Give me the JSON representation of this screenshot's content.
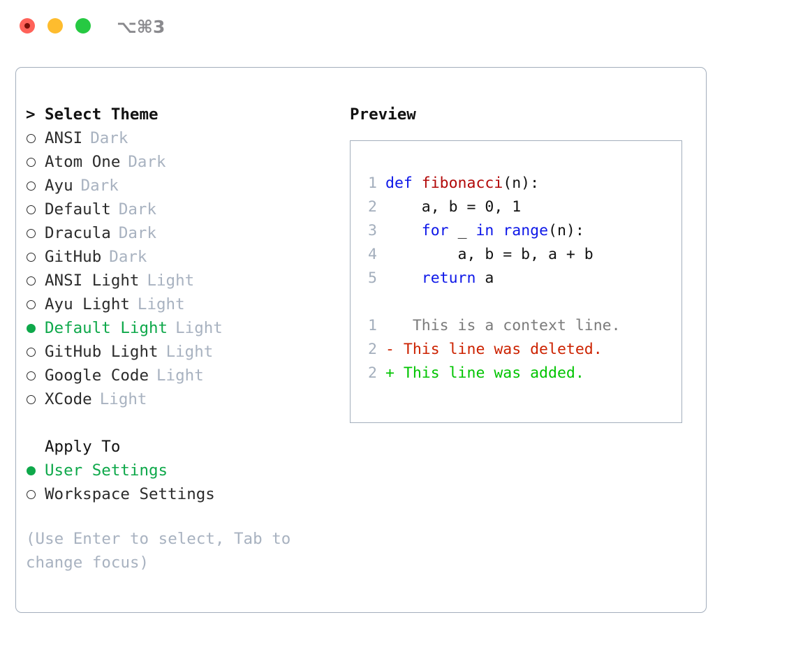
{
  "window": {
    "shortcut": "⌥⌘3",
    "traffic_lights": [
      "close",
      "minimize",
      "maximize"
    ],
    "colors": {
      "close": "#FF6259",
      "minimize": "#FEBC2E",
      "maximize": "#26C942",
      "panel_border": "#A3AEBC",
      "accent_green": "#0EA84A",
      "muted": "#A8B2C0",
      "keyword_blue": "#0D17E8",
      "function_red": "#B20808",
      "diff_delete": "#CC2200",
      "diff_add": "#00C400"
    }
  },
  "theme_panel": {
    "header_prefix": ">",
    "header": "Select Theme",
    "options": [
      {
        "marker": "○",
        "label": "ANSI",
        "tag": "Dark",
        "selected": false
      },
      {
        "marker": "○",
        "label": "Atom One",
        "tag": "Dark",
        "selected": false
      },
      {
        "marker": "○",
        "label": "Ayu",
        "tag": "Dark",
        "selected": false
      },
      {
        "marker": "○",
        "label": "Default",
        "tag": "Dark",
        "selected": false
      },
      {
        "marker": "○",
        "label": "Dracula",
        "tag": "Dark",
        "selected": false
      },
      {
        "marker": "○",
        "label": "GitHub",
        "tag": "Dark",
        "selected": false
      },
      {
        "marker": "○",
        "label": "ANSI Light",
        "tag": "Light",
        "selected": false
      },
      {
        "marker": "○",
        "label": "Ayu Light",
        "tag": "Light",
        "selected": false
      },
      {
        "marker": "●",
        "label": "Default Light",
        "tag": "Light",
        "selected": true
      },
      {
        "marker": "○",
        "label": "GitHub Light",
        "tag": "Light",
        "selected": false
      },
      {
        "marker": "○",
        "label": "Google Code",
        "tag": "Light",
        "selected": false
      },
      {
        "marker": "○",
        "label": "XCode",
        "tag": "Light",
        "selected": false
      }
    ]
  },
  "apply_to": {
    "header": "Apply To",
    "options": [
      {
        "marker": "●",
        "label": "User Settings",
        "selected": true
      },
      {
        "marker": "○",
        "label": "Workspace Settings",
        "selected": false
      }
    ]
  },
  "hint": "(Use Enter to select, Tab to change focus)",
  "preview": {
    "title": "Preview",
    "code_lines": [
      {
        "no": "1",
        "tokens": [
          {
            "t": "def ",
            "c": "kw"
          },
          {
            "t": "fibonacci",
            "c": "fn"
          },
          {
            "t": "(n):",
            "c": "plain"
          }
        ]
      },
      {
        "no": "2",
        "tokens": [
          {
            "t": "    a, b = 0, 1",
            "c": "plain"
          }
        ]
      },
      {
        "no": "3",
        "tokens": [
          {
            "t": "    ",
            "c": "plain"
          },
          {
            "t": "for",
            "c": "kw"
          },
          {
            "t": " _ ",
            "c": "plain"
          },
          {
            "t": "in",
            "c": "kw"
          },
          {
            "t": " ",
            "c": "plain"
          },
          {
            "t": "range",
            "c": "kw"
          },
          {
            "t": "(n):",
            "c": "plain"
          }
        ]
      },
      {
        "no": "4",
        "tokens": [
          {
            "t": "        a, b = b, a + b",
            "c": "plain"
          }
        ]
      },
      {
        "no": "5",
        "tokens": [
          {
            "t": "    ",
            "c": "plain"
          },
          {
            "t": "return",
            "c": "kw"
          },
          {
            "t": " a",
            "c": "plain"
          }
        ]
      }
    ],
    "diff_lines": [
      {
        "no": "1",
        "sign": " ",
        "text": "  This is a context line.",
        "kind": "ctx"
      },
      {
        "no": "2",
        "sign": "-",
        "text": " This line was deleted.",
        "kind": "del"
      },
      {
        "no": "2",
        "sign": "+",
        "text": " This line was added.",
        "kind": "add"
      }
    ]
  }
}
